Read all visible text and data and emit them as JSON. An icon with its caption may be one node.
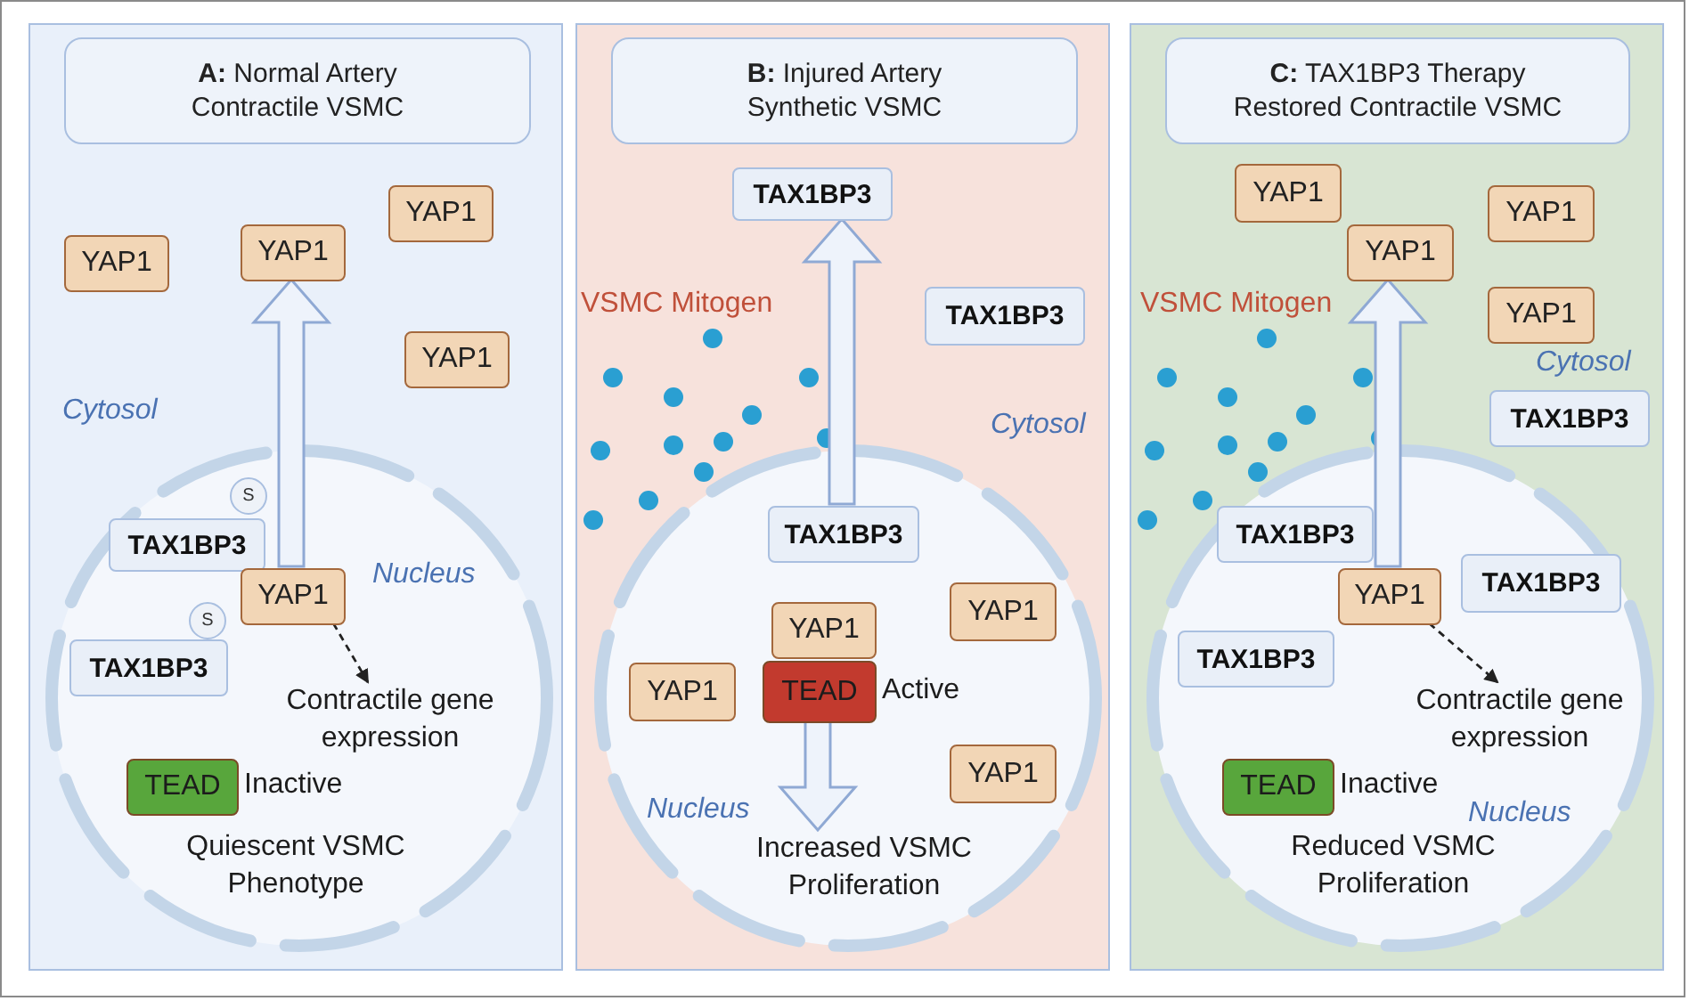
{
  "diagram": {
    "nodes": [
      {
        "text": [],
        "shape": "box"
      },
      {
        "text": [
          "**A:** Normal Artery Contractile VSMC"
        ],
        "in": 0
      },
      {
        "text": [
          "YAP1"
        ],
        "in": 0
      },
      {
        "text": [
          "YAP1"
        ],
        "in": 0
      },
      {
        "text": [
          "YAP1"
        ],
        "in": 0
      },
      {
        "text": [
          "YAP1"
        ],
        "in": 0
      },
      {
        "text": [
          "Nucleus"
        ],
        "in": 0
      },
      {
        "text": [
          "S"
        ],
        "in": 6
      },
      {
        "text": [
          "TAX1BP3"
        ],
        "in": 6
      },
      {
        "text": [
          "YAP1"
        ],
        "in": 6
      },
      {
        "text": [
          "S"
        ],
        "in": 6
      },
      {
        "text": [
          "TAX1BP3"
        ],
        "in": 6
      },
      {
        "text": [
          "Contractile gene expression"
        ],
        "in": 6
      },
      {
        "text": [
          "TEAD"
        ],
        "beside": [
          "Inactive"
        ],
        "in": 6
      },
      {
        "text": [],
        "shape": "box"
      },
      {
        "text": [
          "**B:** Injured Artery Synthetic VSMC"
        ],
        "in": 14
      },
      {
        "text": [
          "TAX1BP3"
        ],
        "in": 14
      },
      {
        "text": [
          "TAX1BP3"
        ],
        "in": 14
      },
      {
        "text": [
          "Nucleus"
        ],
        "in": 14
      },
      {
        "text": [
          "TAX1BP3"
        ],
        "in": 18
      },
      {
        "text": [
          "YAP1"
        ],
        "in": 18
      },
      {
        "text": [
          "YAP1"
        ],
        "in": 18
      },
      {
        "text": [
          "YAP1"
        ],
        "in": 18
      },
      {
        "text": [
          "TEAD"
        ],
        "beside": [
          "Active"
        ],
        "in": 18
      },
      {
        "text": [
          "YAP1"
        ],
        "in": 18
      },
      {
        "text": [
          "Increased VSMC Proliferation"
        ],
        "in": 18
      },
      {
        "text": [],
        "shape": "box"
      },
      {
        "text": [
          "**C:** TAX1BP3 Therapy Restored Contractile VSMC"
        ],
        "in": 26
      },
      {
        "text": [
          "YAP1"
        ],
        "in": 26
      },
      {
        "text": [
          "YAP1"
        ],
        "in": 26
      },
      {
        "text": [
          "YAP1"
        ],
        "in": 26
      },
      {
        "text": [
          "YAP1"
        ],
        "in": 26
      },
      {
        "text": [
          "TAX1BP3"
        ],
        "in": 26
      },
      {
        "text": [
          "Nucleus"
        ],
        "in": 26
      },
      {
        "text": [
          "TAX1BP3"
        ],
        "in": 33
      },
      {
        "text": [
          "YAP1"
        ],
        "in": 33
      },
      {
        "text": [
          "TAX1BP3"
        ],
        "in": 33
      },
      {
        "text": [
          "TAX1BP3"
        ],
        "in": 33
      },
      {
        "text": [
          "Contractile gene expression"
        ],
        "in": 33
      },
      {
        "text": [
          "TEAD"
        ],
        "beside": [
          "Inactive"
        ],
        "in": 33
      }
    ],
    "edges": [
      {
        "from": 9,
        "to": 3,
        "arrow": "to",
        "style": "thick"
      },
      {
        "from": 9,
        "to": 12,
        "arrow": "to",
        "style": "dashed"
      },
      {
        "from": 19,
        "to": 16,
        "arrow": "to",
        "style": "thick"
      },
      {
        "from": 23,
        "to": 25,
        "arrow": "to",
        "style": "thick"
      },
      {
        "from": 35,
        "to": 29,
        "arrow": "to",
        "style": "thick"
      },
      {
        "from": 35,
        "to": 38,
        "arrow": "to",
        "style": "dashed"
      }
    ],
    "labels": [
      "Cytosol",
      "Quiescent VSMC Phenotype",
      "VSMC Mitogen",
      "Cytosol",
      "VSMC Mitogen",
      "Cytosol",
      "Reduced VSMC Proliferation"
    ]
  }
}
